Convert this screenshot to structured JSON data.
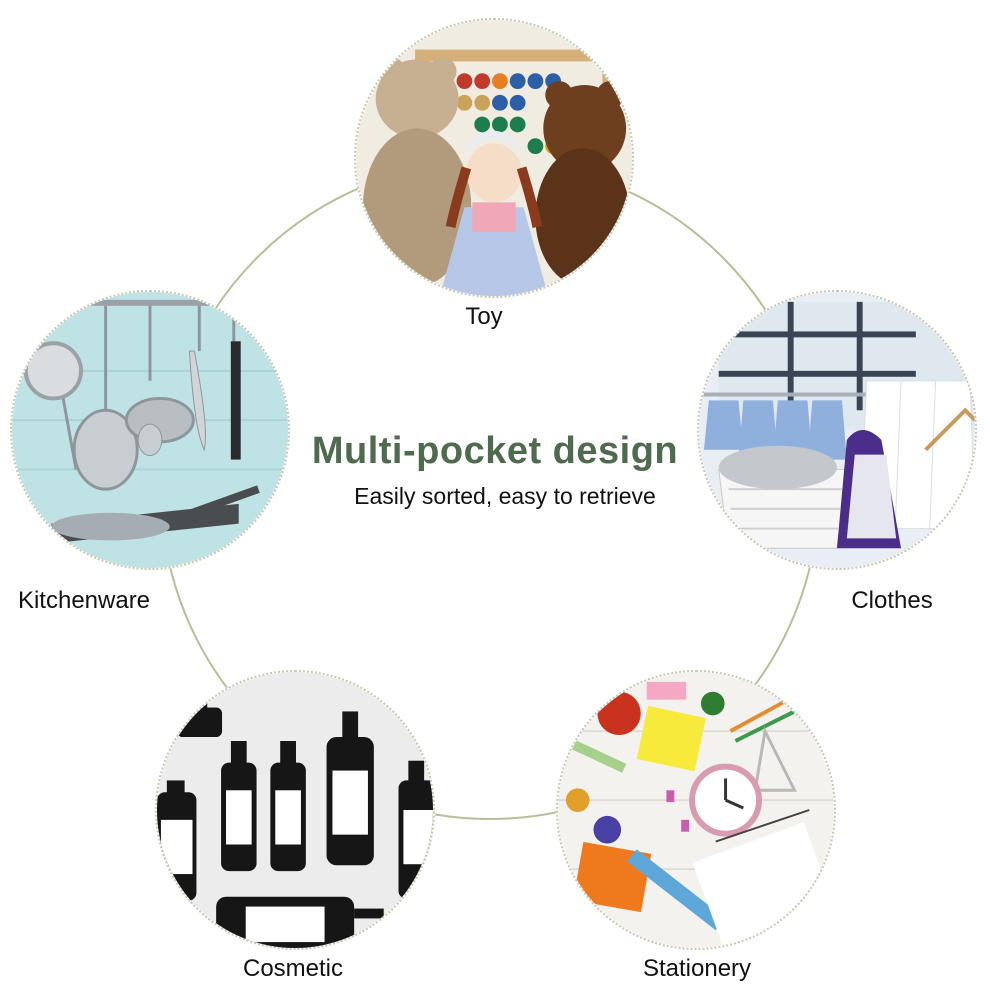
{
  "headline": "Multi-pocket design",
  "subline": "Easily sorted, easy to retrieve",
  "categories": [
    {
      "label": "Toy",
      "icon": "toy-image"
    },
    {
      "label": "Clothes",
      "icon": "clothes-image"
    },
    {
      "label": "Stationery",
      "icon": "stationery-image"
    },
    {
      "label": "Cosmetic",
      "icon": "cosmetic-image"
    },
    {
      "label": "Kitchenware",
      "icon": "kitchenware-image"
    }
  ],
  "colors": {
    "headline": "#4f6b4e",
    "ring": "#b6bf98",
    "text": "#111111"
  }
}
